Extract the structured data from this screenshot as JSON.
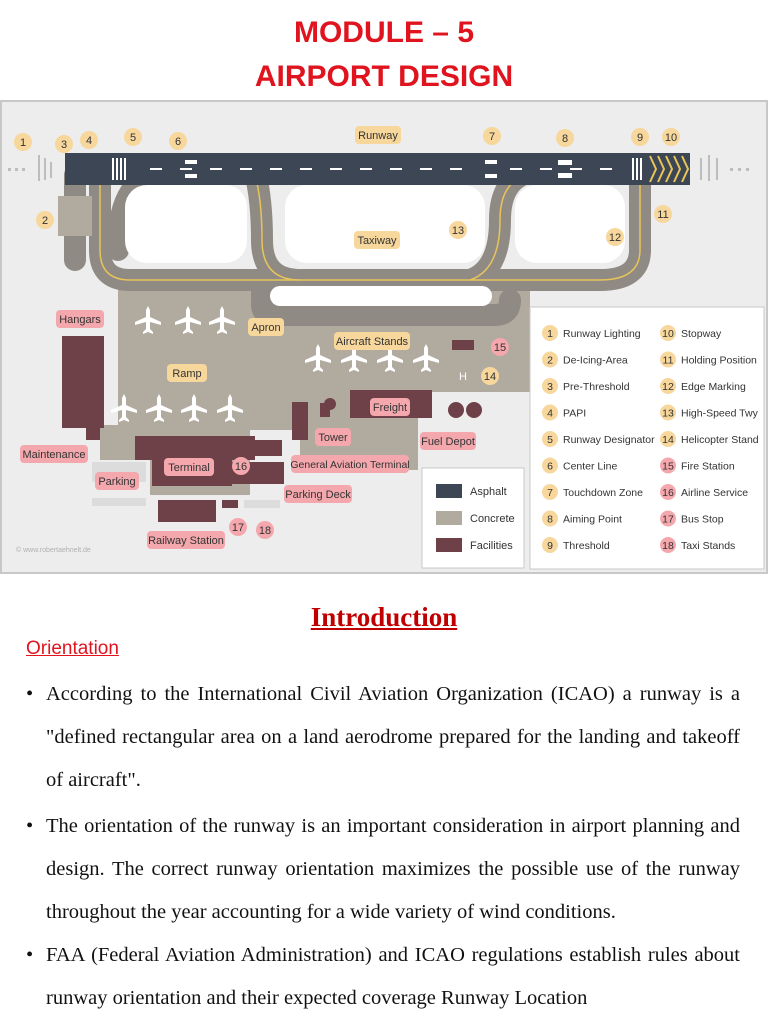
{
  "heading": {
    "line1": "MODULE – 5",
    "line2": "AIRPORT DESIGN"
  },
  "diagram": {
    "labels": {
      "runway": "Runway",
      "taxiway": "Taxiway",
      "apron": "Apron",
      "ramp": "Ramp",
      "aircraft_stands": "Aircraft Stands",
      "hangars": "Hangars",
      "maintenance": "Maintenance",
      "terminal": "Terminal",
      "parking": "Parking",
      "parking_deck": "Parking Deck",
      "railway_station": "Railway Station",
      "tower": "Tower",
      "freight": "Freight",
      "fuel_depot": "Fuel Depot",
      "general_aviation_terminal": "General Aviation Terminal",
      "helipad": "H"
    },
    "callouts": [
      "1",
      "2",
      "3",
      "4",
      "5",
      "6",
      "7",
      "8",
      "9",
      "10",
      "11",
      "12",
      "13",
      "14",
      "15",
      "16",
      "17",
      "18"
    ],
    "legend_materials": [
      {
        "label": "Asphalt",
        "color": "#3d4654"
      },
      {
        "label": "Concrete",
        "color": "#b1aa9e"
      },
      {
        "label": "Facilities",
        "color": "#6e4048"
      }
    ],
    "legend_items": [
      {
        "num": "1",
        "label": "Runway Lighting"
      },
      {
        "num": "2",
        "label": "De-Icing-Area"
      },
      {
        "num": "3",
        "label": "Pre-Threshold"
      },
      {
        "num": "4",
        "label": "PAPI"
      },
      {
        "num": "5",
        "label": "Runway Designator"
      },
      {
        "num": "6",
        "label": "Center Line"
      },
      {
        "num": "7",
        "label": "Touchdown Zone"
      },
      {
        "num": "8",
        "label": "Aiming Point"
      },
      {
        "num": "9",
        "label": "Threshold"
      },
      {
        "num": "10",
        "label": "Stopway"
      },
      {
        "num": "11",
        "label": "Holding Position"
      },
      {
        "num": "12",
        "label": "Edge Marking"
      },
      {
        "num": "13",
        "label": "High-Speed Twy"
      },
      {
        "num": "14",
        "label": "Helicopter Stand"
      },
      {
        "num": "15",
        "label": "Fire Station"
      },
      {
        "num": "16",
        "label": "Airline Service"
      },
      {
        "num": "17",
        "label": "Bus Stop"
      },
      {
        "num": "18",
        "label": "Taxi Stands"
      }
    ],
    "credit": "© www.robertaehnelt.de"
  },
  "section": {
    "heading": "Introduction",
    "subheading": "Orientation"
  },
  "bullets": [
    "According to the International Civil Aviation Organization (ICAO) a runway is a \"defined rectangular area on a land aerodrome prepared for the landing and takeoff of aircraft\".",
    "The orientation of the runway is an important consideration in airport planning and design. The correct runway orientation maximizes the possible use of the runway throughout the year accounting for a wide variety of wind conditions.",
    "FAA (Federal Aviation Administration) and ICAO regulations establish rules about runway orientation and their expected coverage Runway Location"
  ]
}
